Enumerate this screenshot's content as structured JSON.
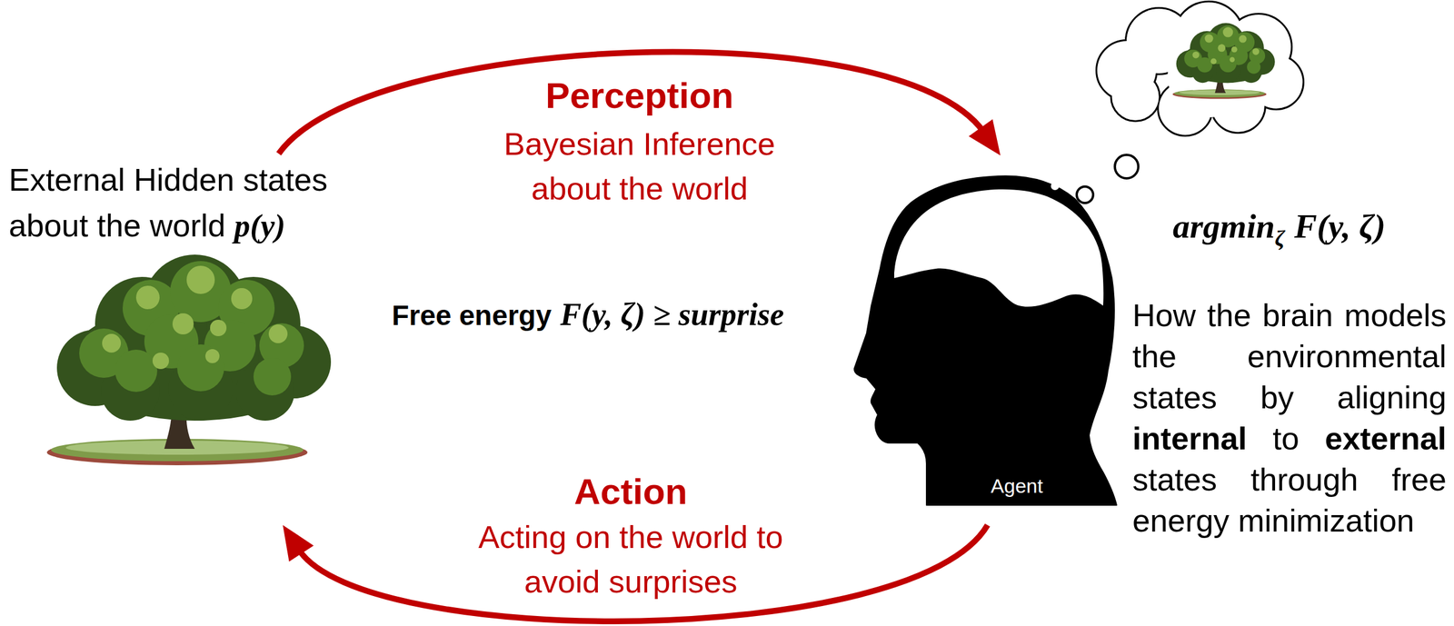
{
  "diagram": {
    "nodes": [
      {
        "text": [
          "External Hidden states about the world",
          "p(y)"
        ]
      },
      {
        "text": [
          "Agent"
        ]
      }
    ],
    "edges": [
      {
        "from": 0,
        "to": 1,
        "label": "Perception",
        "arrow": "to"
      },
      {
        "from": 1,
        "to": 0,
        "label": "Action",
        "arrow": "to"
      }
    ],
    "labels": [
      "Bayesian Inference about the world",
      "Free energy",
      "F(y, ζ) ≥ surprise",
      "Acting on the world to avoid surprises",
      "argmin",
      "ζ",
      "F(y, ζ)",
      "How the brain models the environmental states by aligning",
      "internal",
      "to",
      "external",
      "states through free energy minimization"
    ]
  }
}
